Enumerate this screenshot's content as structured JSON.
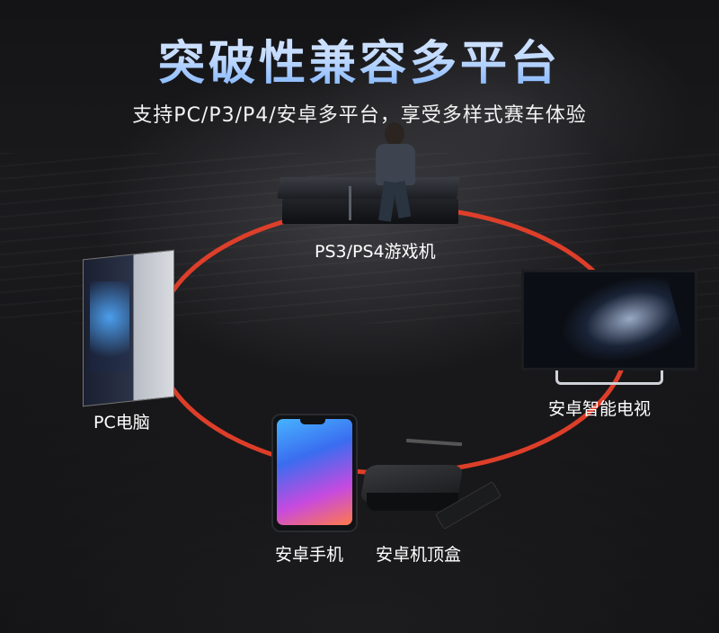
{
  "title": "突破性兼容多平台",
  "subtitle": "支持PC/P3/P4/安卓多平台，享受多样式赛车体验",
  "devices": {
    "ps": "PS3/PS4游戏机",
    "pc": "PC电脑",
    "tv": "安卓智能电视",
    "phone": "安卓手机",
    "box": "安卓机顶盒"
  },
  "colors": {
    "ring": "#e8402a",
    "title_accent": "#7fb6ff"
  }
}
